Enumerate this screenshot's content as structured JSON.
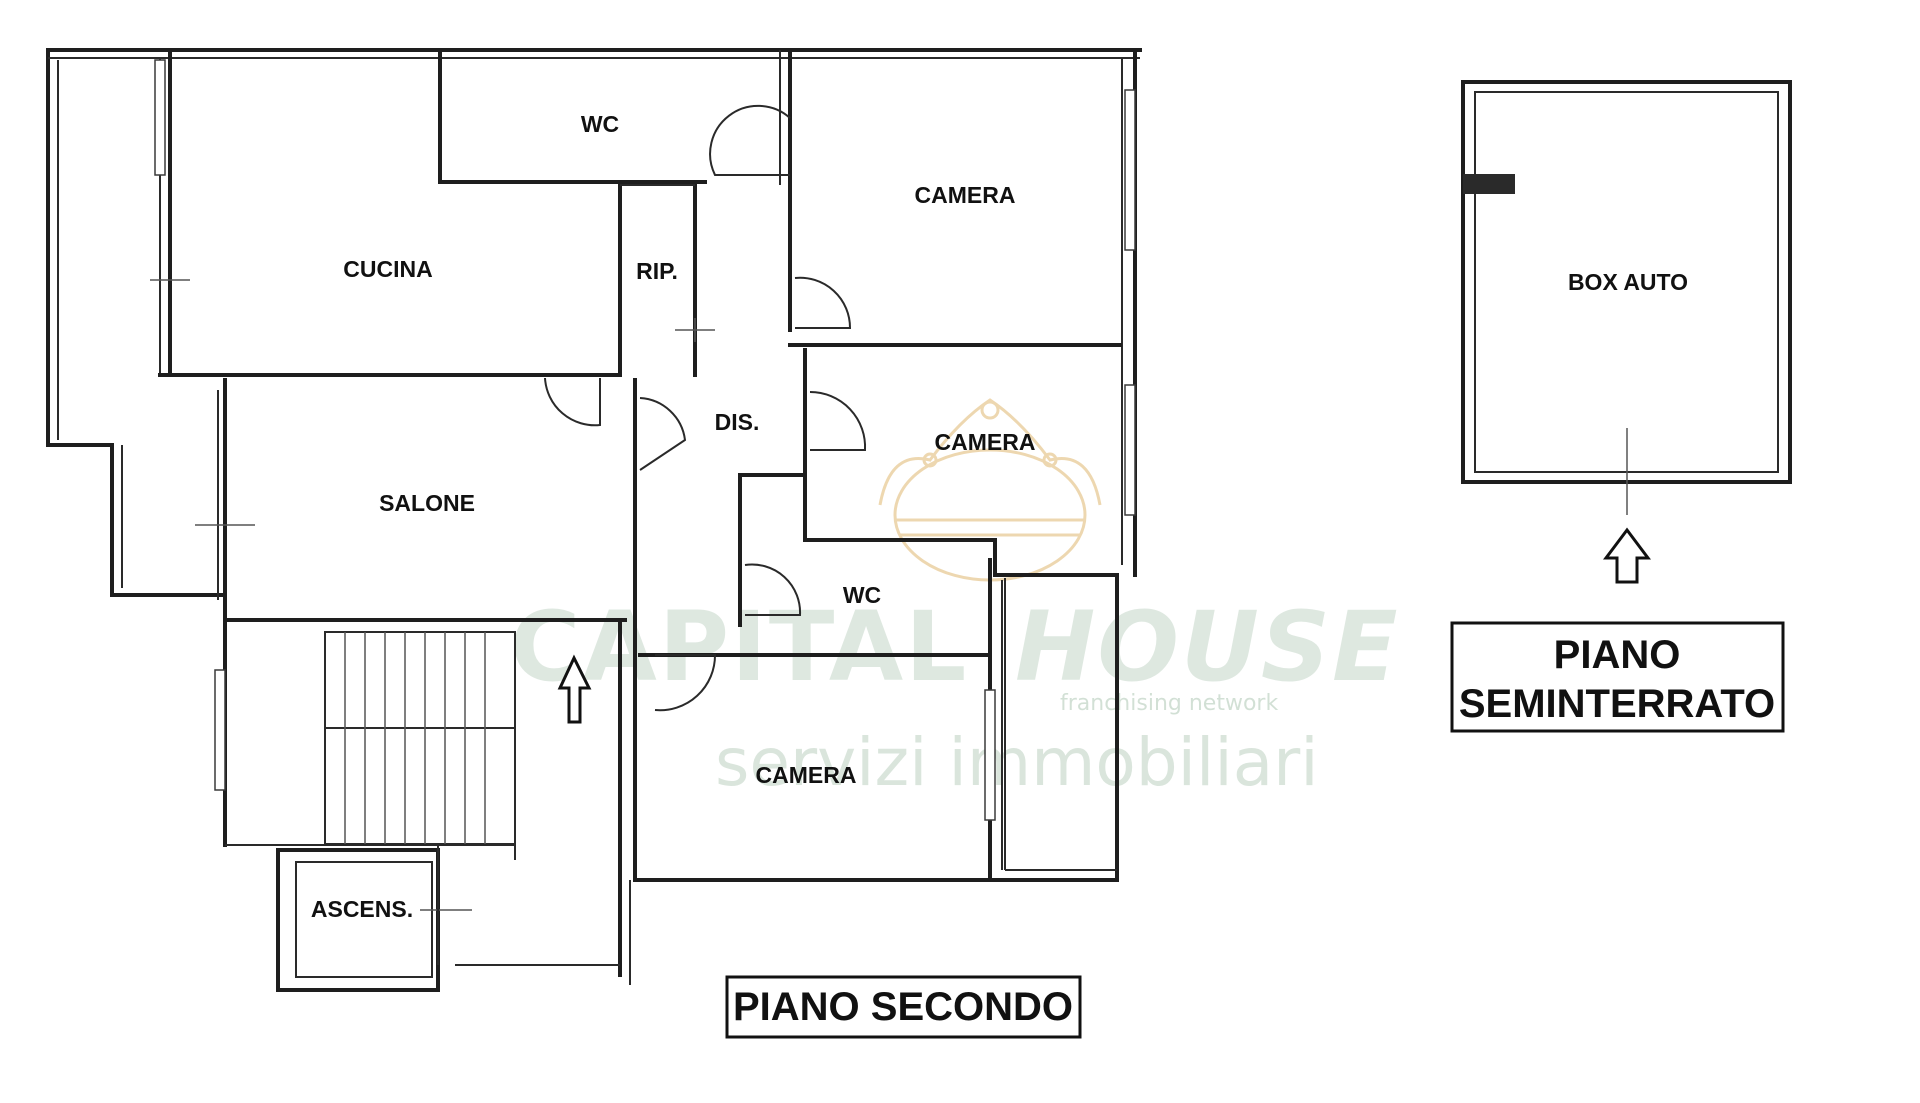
{
  "rooms": {
    "wc_top": "WC",
    "camera_1": "CAMERA",
    "cucina": "CUCINA",
    "rip": "RIP.",
    "dis": "DIS.",
    "camera_2": "CAMERA",
    "salone": "SALONE",
    "wc_mid": "WC",
    "camera_3": "CAMERA",
    "ascens": "ASCENS.",
    "box_auto": "BOX AUTO"
  },
  "labels": {
    "piano_secondo": "PIANO SECONDO",
    "piano_seminterrato_line1": "PIANO",
    "piano_seminterrato_line2": "SEMINTERRATO"
  },
  "watermark": {
    "brand_part1": "CAPITAL",
    "brand_part2": "HOUSE",
    "tagline": "franchising network",
    "services": "servizi immobiliari",
    "crown_icon": "crown-logo-icon",
    "color": "#6e9a78",
    "crown_color": "#e0b870"
  },
  "icons": {
    "entrance_arrow": "arrow-up-icon"
  }
}
